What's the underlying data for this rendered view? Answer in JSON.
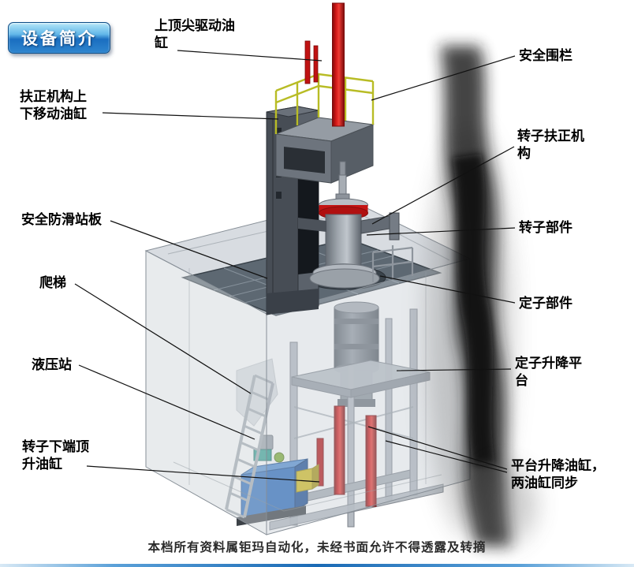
{
  "title_badge": {
    "label": "设备简介"
  },
  "callouts": {
    "top_spindle_drive_cylinder": {
      "text": "上顶尖驱动油\n缸"
    },
    "safety_fence": {
      "text": "安全围栏"
    },
    "centering_up_down_cylinder": {
      "text": "扶正机构上\n下移动油缸"
    },
    "rotor_centering_mechanism": {
      "text": "转子扶正机\n构"
    },
    "safety_antislip_platform": {
      "text": "安全防滑站板"
    },
    "rotor_component": {
      "text": "转子部件"
    },
    "ladder": {
      "text": "爬梯"
    },
    "stator_component": {
      "text": "定子部件"
    },
    "hydraulic_station": {
      "text": "液压站"
    },
    "stator_lift_platform": {
      "text": "定子升降平\n台"
    },
    "rotor_bottom_jack_cylinder": {
      "text": "转子下端顶\n升油缸"
    },
    "platform_lift_cylinders": {
      "text": "平台升降油缸，\n两油缸同步"
    }
  },
  "footer": {
    "text": "本档所有资料属钜玛自动化，未经书面允许不得透露及转摘"
  },
  "colors": {
    "badge_blue": "#1a6ec0",
    "cylinder_red": "#c41414",
    "railing_yellow": "#b8bc25",
    "hydraulic_blue": "#2c6dbf",
    "deck_gray": "#5d6872"
  }
}
